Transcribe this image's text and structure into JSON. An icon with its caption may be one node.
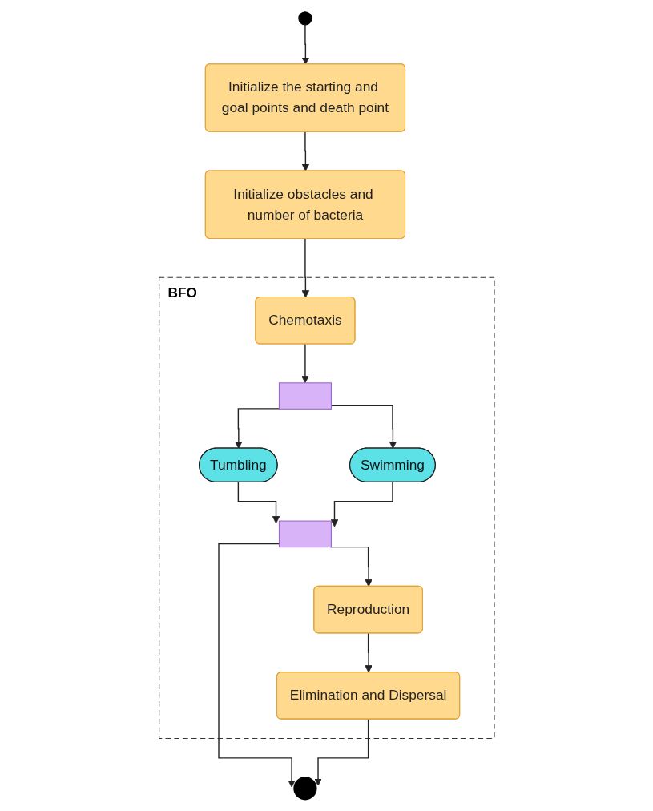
{
  "diagram": {
    "nodes": [
      {
        "text": [],
        "shape": "circle"
      },
      {
        "text": [
          "Initialize the starting and goal points and death point"
        ]
      },
      {
        "text": [
          "Initialize obstacles and number of bacteria"
        ]
      },
      {
        "text": [
          "BFO"
        ]
      },
      {
        "text": [
          "Chemotaxis"
        ],
        "in": 3
      },
      {
        "text": [],
        "shape": "bar",
        "in": 3
      },
      {
        "text": [
          "Tumbling"
        ],
        "in": 3
      },
      {
        "text": [
          "Swimming"
        ],
        "in": 3
      },
      {
        "text": [],
        "shape": "bar",
        "in": 3
      },
      {
        "text": [
          "Reproduction"
        ],
        "in": 3
      },
      {
        "text": [
          "Elimination and Dispersal"
        ],
        "in": 3
      },
      {
        "text": [],
        "shape": "circle"
      }
    ],
    "edges": [
      {
        "from": 0,
        "to": 1,
        "arrow": "to"
      },
      {
        "from": 1,
        "to": 2,
        "arrow": "to"
      },
      {
        "from": 2,
        "to": 4,
        "arrow": "to"
      },
      {
        "from": 4,
        "to": 5,
        "arrow": "to"
      },
      {
        "from": 5,
        "to": 6,
        "arrow": "to"
      },
      {
        "from": 5,
        "to": 7,
        "arrow": "to"
      },
      {
        "from": 6,
        "to": 8,
        "arrow": "to"
      },
      {
        "from": 7,
        "to": 8,
        "arrow": "to"
      },
      {
        "from": 8,
        "to": 9,
        "arrow": "to"
      },
      {
        "from": 8,
        "to": 11,
        "arrow": "to"
      },
      {
        "from": 9,
        "to": 10,
        "arrow": "to"
      },
      {
        "from": 10,
        "to": 11,
        "arrow": "to"
      }
    ]
  }
}
